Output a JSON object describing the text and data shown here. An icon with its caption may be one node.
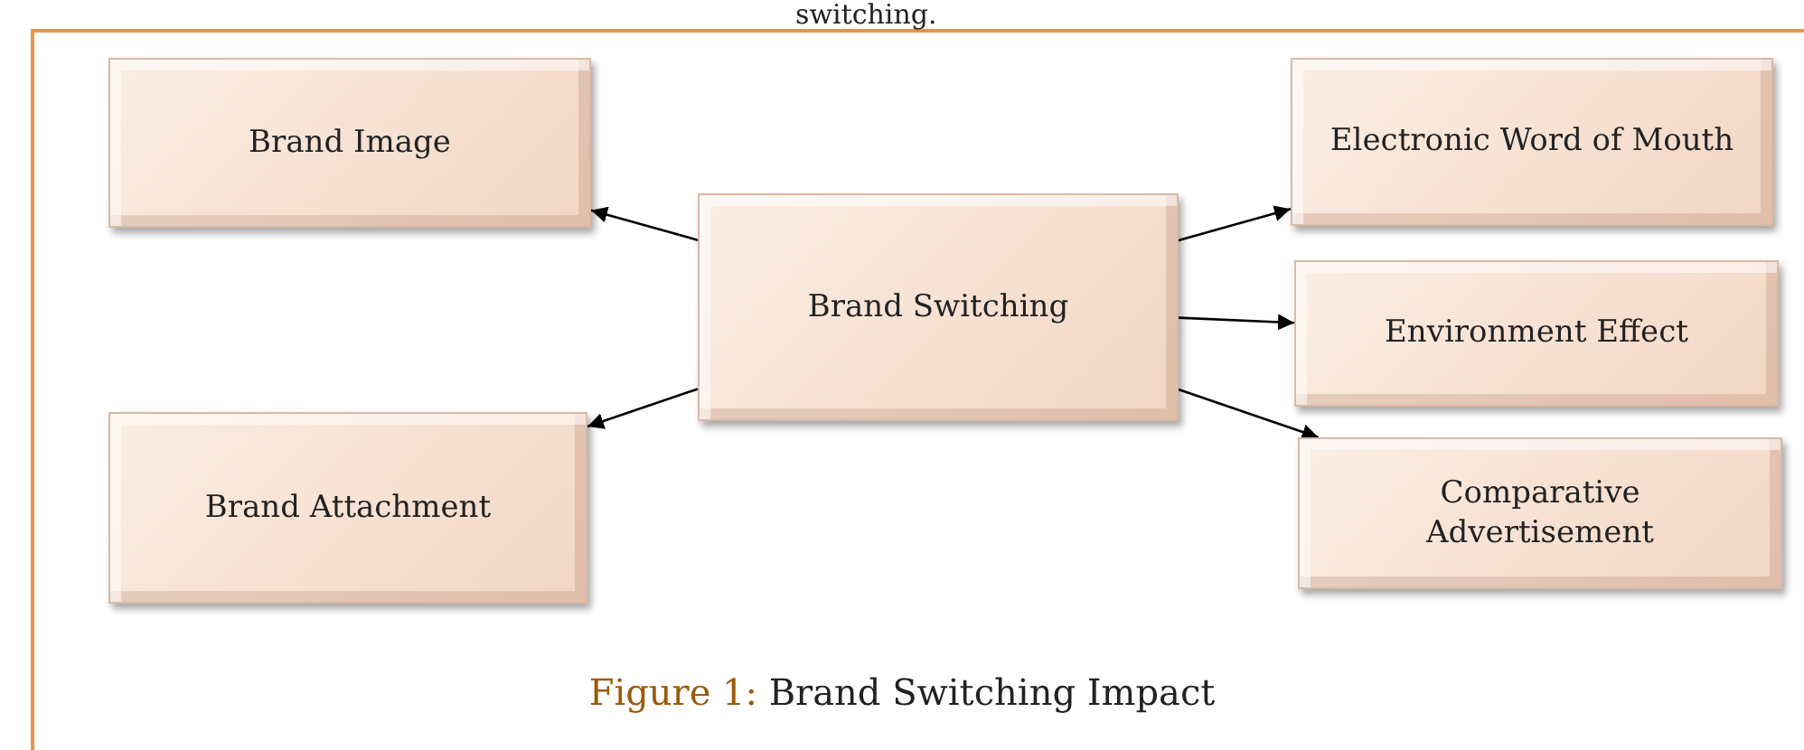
{
  "diagram": {
    "caption": "**Figure 1:** Brand Switching Impact",
    "nodes": [
      {
        "text": [
          "Brand Image"
        ]
      },
      {
        "text": [
          "Brand Attachment"
        ]
      },
      {
        "text": [
          "Brand Switching"
        ]
      },
      {
        "text": [
          "Electronic Word of Mouth"
        ]
      },
      {
        "text": [
          "Environment Effect"
        ]
      },
      {
        "text": [
          "Comparative Advertisement"
        ]
      }
    ],
    "edges": [
      {
        "from": 2,
        "to": 0,
        "arrow": "to"
      },
      {
        "from": 2,
        "to": 1,
        "arrow": "to"
      },
      {
        "from": 2,
        "to": 3,
        "arrow": "to"
      },
      {
        "from": 2,
        "to": 4,
        "arrow": "to"
      },
      {
        "from": 2,
        "to": 5,
        "arrow": "to"
      }
    ],
    "labels": [
      "switching."
    ]
  }
}
